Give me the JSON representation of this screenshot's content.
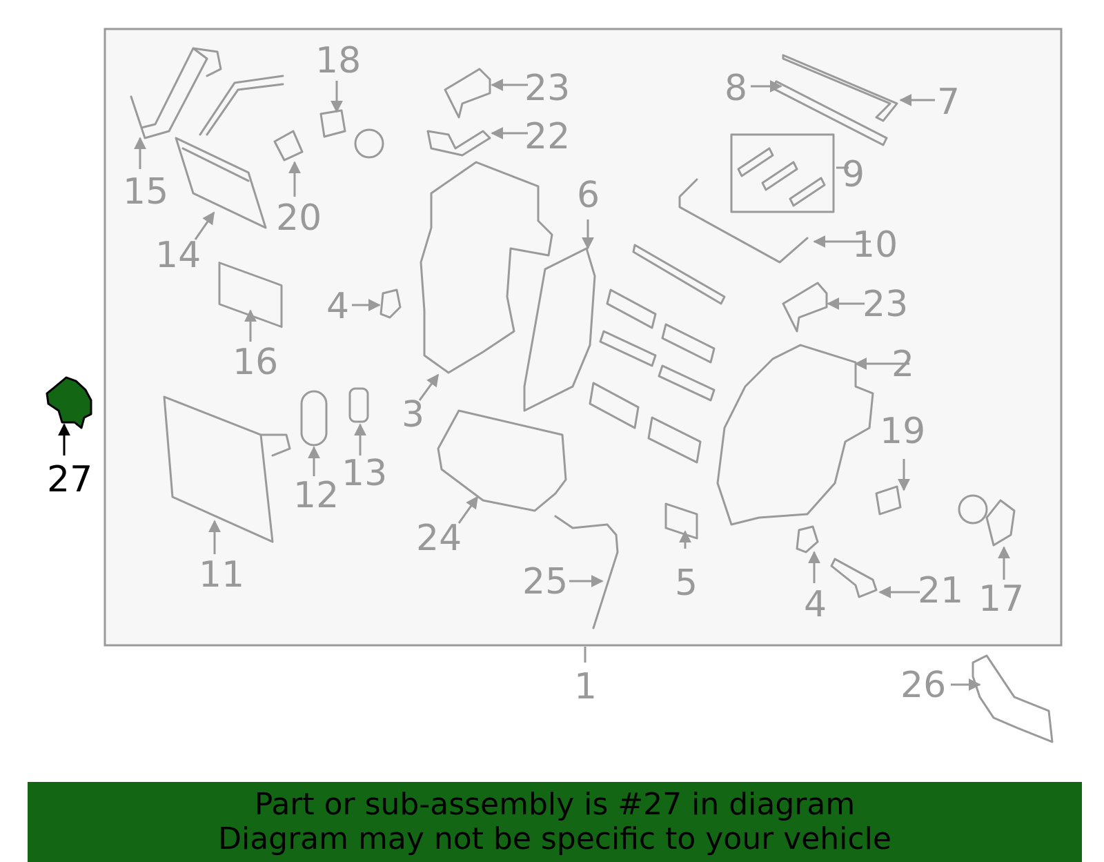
{
  "colors": {
    "highlight": "#136613",
    "parts": "#9a9a9a",
    "frame_fill": "#f7f7f7"
  },
  "callouts": {
    "c1": "1",
    "c2": "2",
    "c3": "3",
    "c4a": "4",
    "c4b": "4",
    "c5": "5",
    "c6": "6",
    "c7": "7",
    "c8": "8",
    "c9": "9",
    "c10": "10",
    "c11": "11",
    "c12": "12",
    "c13": "13",
    "c14": "14",
    "c15": "15",
    "c16": "16",
    "c17": "17",
    "c18": "18",
    "c19": "19",
    "c20": "20",
    "c21": "21",
    "c22": "22",
    "c23a": "23",
    "c23b": "23",
    "c24": "24",
    "c25": "25",
    "c26": "26",
    "c27": "27"
  },
  "banner": {
    "line1": "Part or sub-assembly is #27 in diagram",
    "line2": "Diagram may not be specific to your vehicle"
  }
}
